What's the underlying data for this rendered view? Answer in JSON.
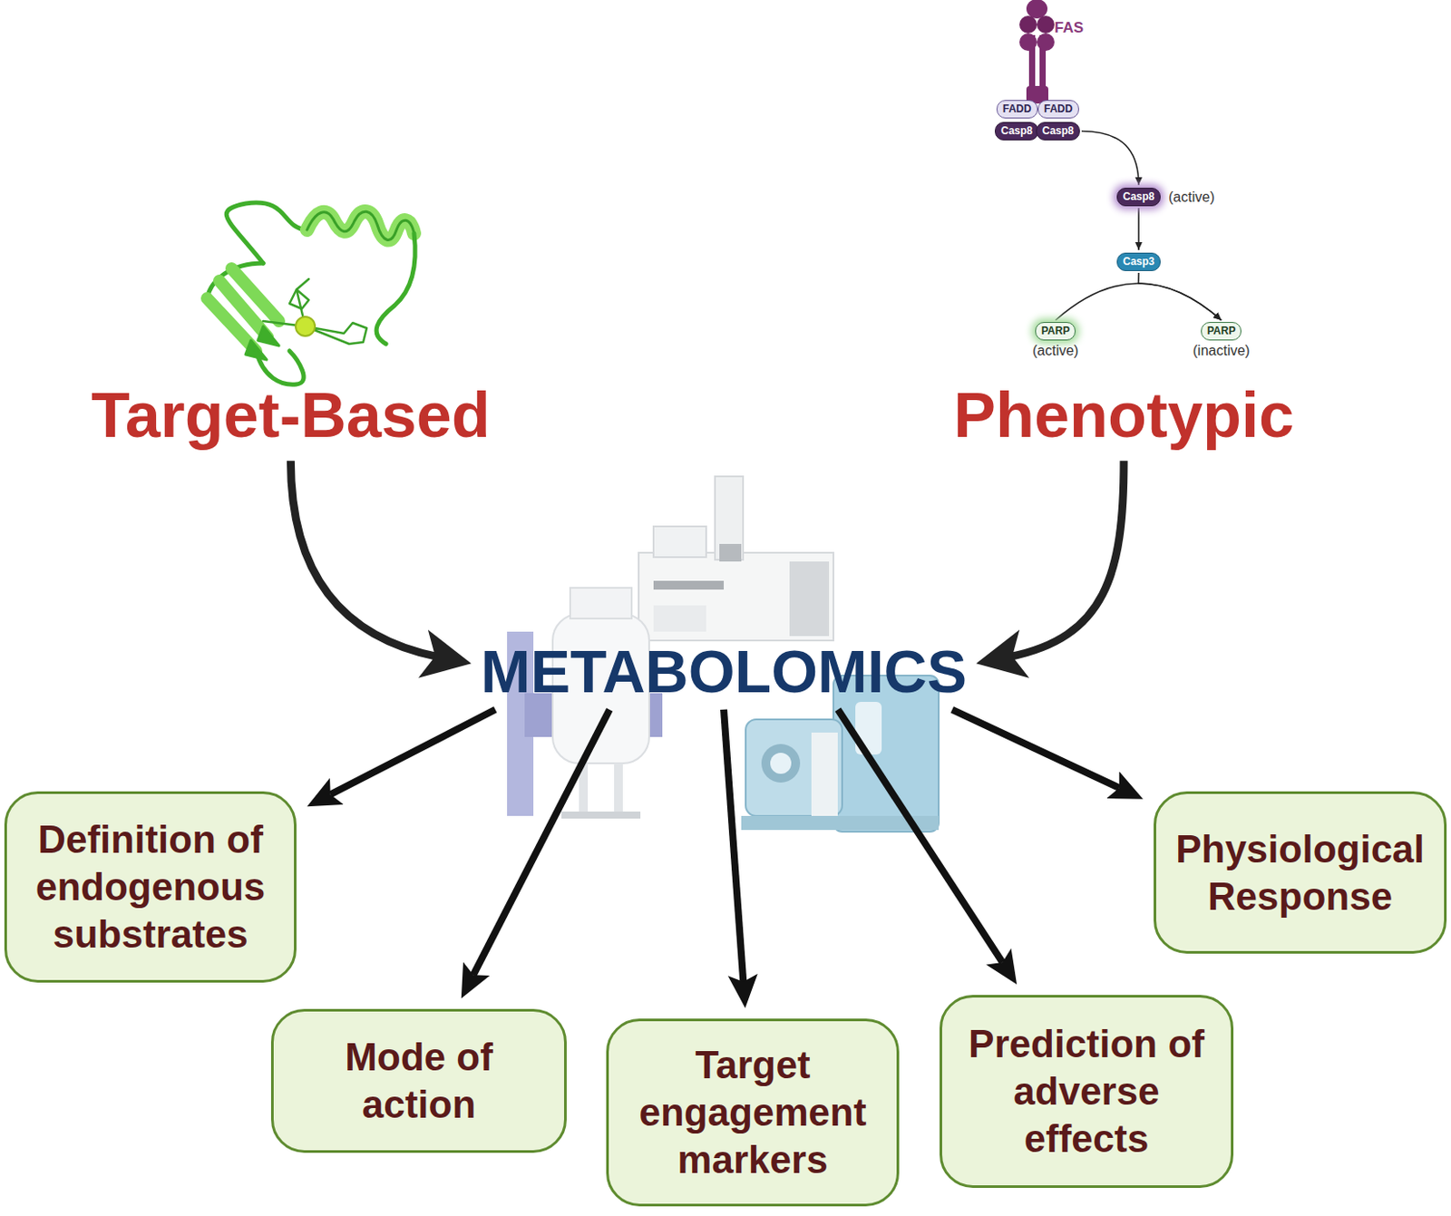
{
  "diagram": {
    "nodes": [
      {
        "text": [
          "FADD"
        ]
      },
      {
        "text": [
          "FADD"
        ]
      },
      {
        "text": [
          "Casp8"
        ]
      },
      {
        "text": [
          "Casp8"
        ]
      },
      {
        "text": [
          "Casp8",
          "(active)"
        ]
      },
      {
        "text": [
          "Casp3"
        ]
      },
      {
        "text": [
          "PARP",
          "(active)"
        ]
      },
      {
        "text": [
          "PARP",
          "(inactive)"
        ]
      },
      {
        "text": [
          "Target-Based"
        ]
      },
      {
        "text": [
          "Phenotypic"
        ]
      },
      {
        "text": [
          "METABOLOMICS"
        ]
      },
      {
        "text": [
          "Definition of endogenous substrates"
        ]
      },
      {
        "text": [
          "Physiological Response"
        ]
      },
      {
        "text": [
          "Mode of action"
        ]
      },
      {
        "text": [
          "Target engagement markers"
        ]
      },
      {
        "text": [
          "Prediction of adverse effects"
        ]
      }
    ],
    "edges": [
      {
        "from": 3,
        "to": 4,
        "arrow": "to"
      },
      {
        "from": 4,
        "to": 5,
        "arrow": "to"
      },
      {
        "from": 5,
        "to": 7,
        "arrow": "to"
      },
      {
        "from": 6,
        "to": 7,
        "arrow": "to"
      },
      {
        "from": 8,
        "to": 10,
        "arrow": "to"
      },
      {
        "from": 9,
        "to": 10,
        "arrow": "to"
      },
      {
        "from": 10,
        "to": 11,
        "arrow": "to"
      },
      {
        "from": 10,
        "to": 13,
        "arrow": "to"
      },
      {
        "from": 10,
        "to": 14,
        "arrow": "to"
      },
      {
        "from": 10,
        "to": 15,
        "arrow": "to"
      },
      {
        "from": 10,
        "to": 12,
        "arrow": "to"
      }
    ],
    "labels": [
      "FAS"
    ]
  }
}
